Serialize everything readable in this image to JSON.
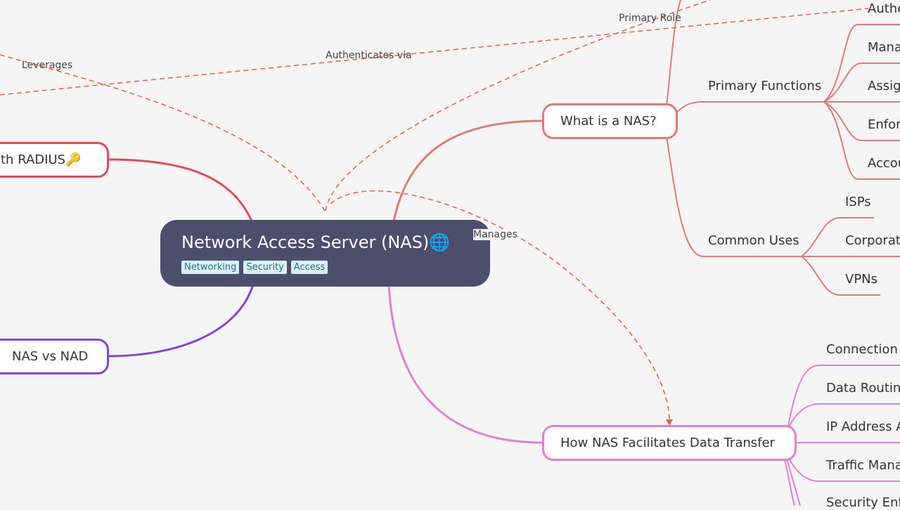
{
  "central": {
    "title": "Network Access Server (NAS)",
    "emoji": "🌐",
    "tags": [
      "Networking",
      "Security",
      "Access"
    ]
  },
  "branches": {
    "what_is": {
      "label": "What is a NAS?",
      "primary_functions": {
        "label": "Primary Functions",
        "items": [
          "Mana",
          "Assig",
          "Enfor",
          "Accou"
        ]
      },
      "common_uses": {
        "label": "Common Uses",
        "items": [
          "ISPs",
          "Corporat",
          "VPNs"
        ]
      },
      "top_item": "Authe"
    },
    "data_transfer": {
      "label": "How NAS Facilitates Data Transfer",
      "items": [
        "Connection",
        "Data Routin",
        "IP Address A",
        "Traffic Mana",
        "Security Enf"
      ]
    },
    "radius": {
      "label": "th RADIUS",
      "emoji": "🔑"
    },
    "nas_vs_nad": {
      "label": "NAS vs NAD"
    }
  },
  "relations": {
    "leverages": "Leverages",
    "authenticates_via": "Authenticates via",
    "primary_role": "Primary Role",
    "manages": "Manages"
  },
  "colors": {
    "background": "#f5f5f5",
    "central": "#4b4f6b",
    "what_is": "#dc7b7b",
    "data_transfer": "#e47fcf",
    "radius": "#e04a5a",
    "nas_vs_nad": "#8a3fe0",
    "relation": "#e06050",
    "tag_bg": "#d8f0f6",
    "tag_text": "#2a6f88"
  }
}
